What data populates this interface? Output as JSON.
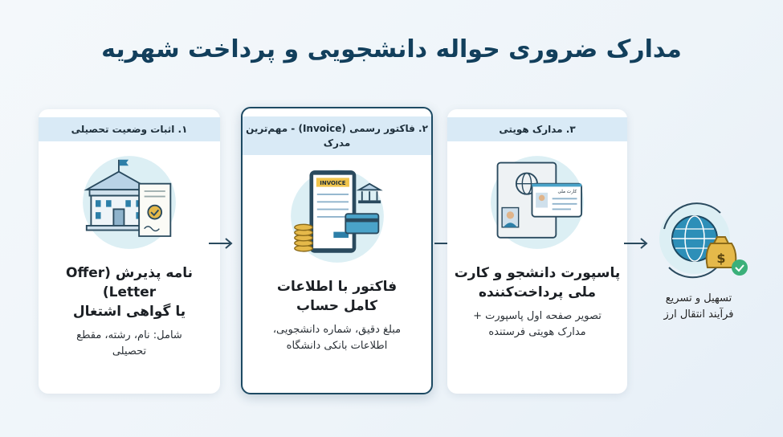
{
  "title": "مدارک ضروری حواله دانشجویی و پرداخت شهریه",
  "cards": [
    {
      "header": "۱. اثبات وضعیت تحصیلی",
      "main_line1": "نامه پذیرش (Offer Letter)",
      "main_line2": "یا گواهی اشتغال",
      "sub_line1": "شامل: نام، رشته، مقطع",
      "sub_line2": "تحصیلی",
      "icon": "university-certificate-icon"
    },
    {
      "header": "۲. فاکتور رسمی (Invoice) - مهم‌ترین مدرک",
      "main_line1": "فاکتور با اطلاعات",
      "main_line2": "کامل حساب",
      "sub_line1": "مبلغ دقیق، شماره دانشجویی،",
      "sub_line2": "اطلاعات بانکی دانشگاه",
      "icon": "invoice-tablet-icon",
      "invoice_label": "INVOICE",
      "highlighted": true
    },
    {
      "header": "۳. مدارک هویتی",
      "main_line1": "پاسپورت دانشجو و کارت",
      "main_line2": "ملی پرداخت‌کننده",
      "sub_line1": "تصویر صفحه اول پاسپورت +",
      "sub_line2": "مدارک هویتی فرستنده",
      "icon": "passport-id-card-icon",
      "id_card_label": "کارت ملی"
    }
  ],
  "final": {
    "line1": "تسهیل و تسریع",
    "line2": "فرآیند انتقال ارز",
    "icon": "globe-money-icon"
  },
  "colors": {
    "title": "#123f5c",
    "header_band": "#d9eaf6",
    "highlight_border": "#1d4a63",
    "accent": "#2d7fa8"
  }
}
